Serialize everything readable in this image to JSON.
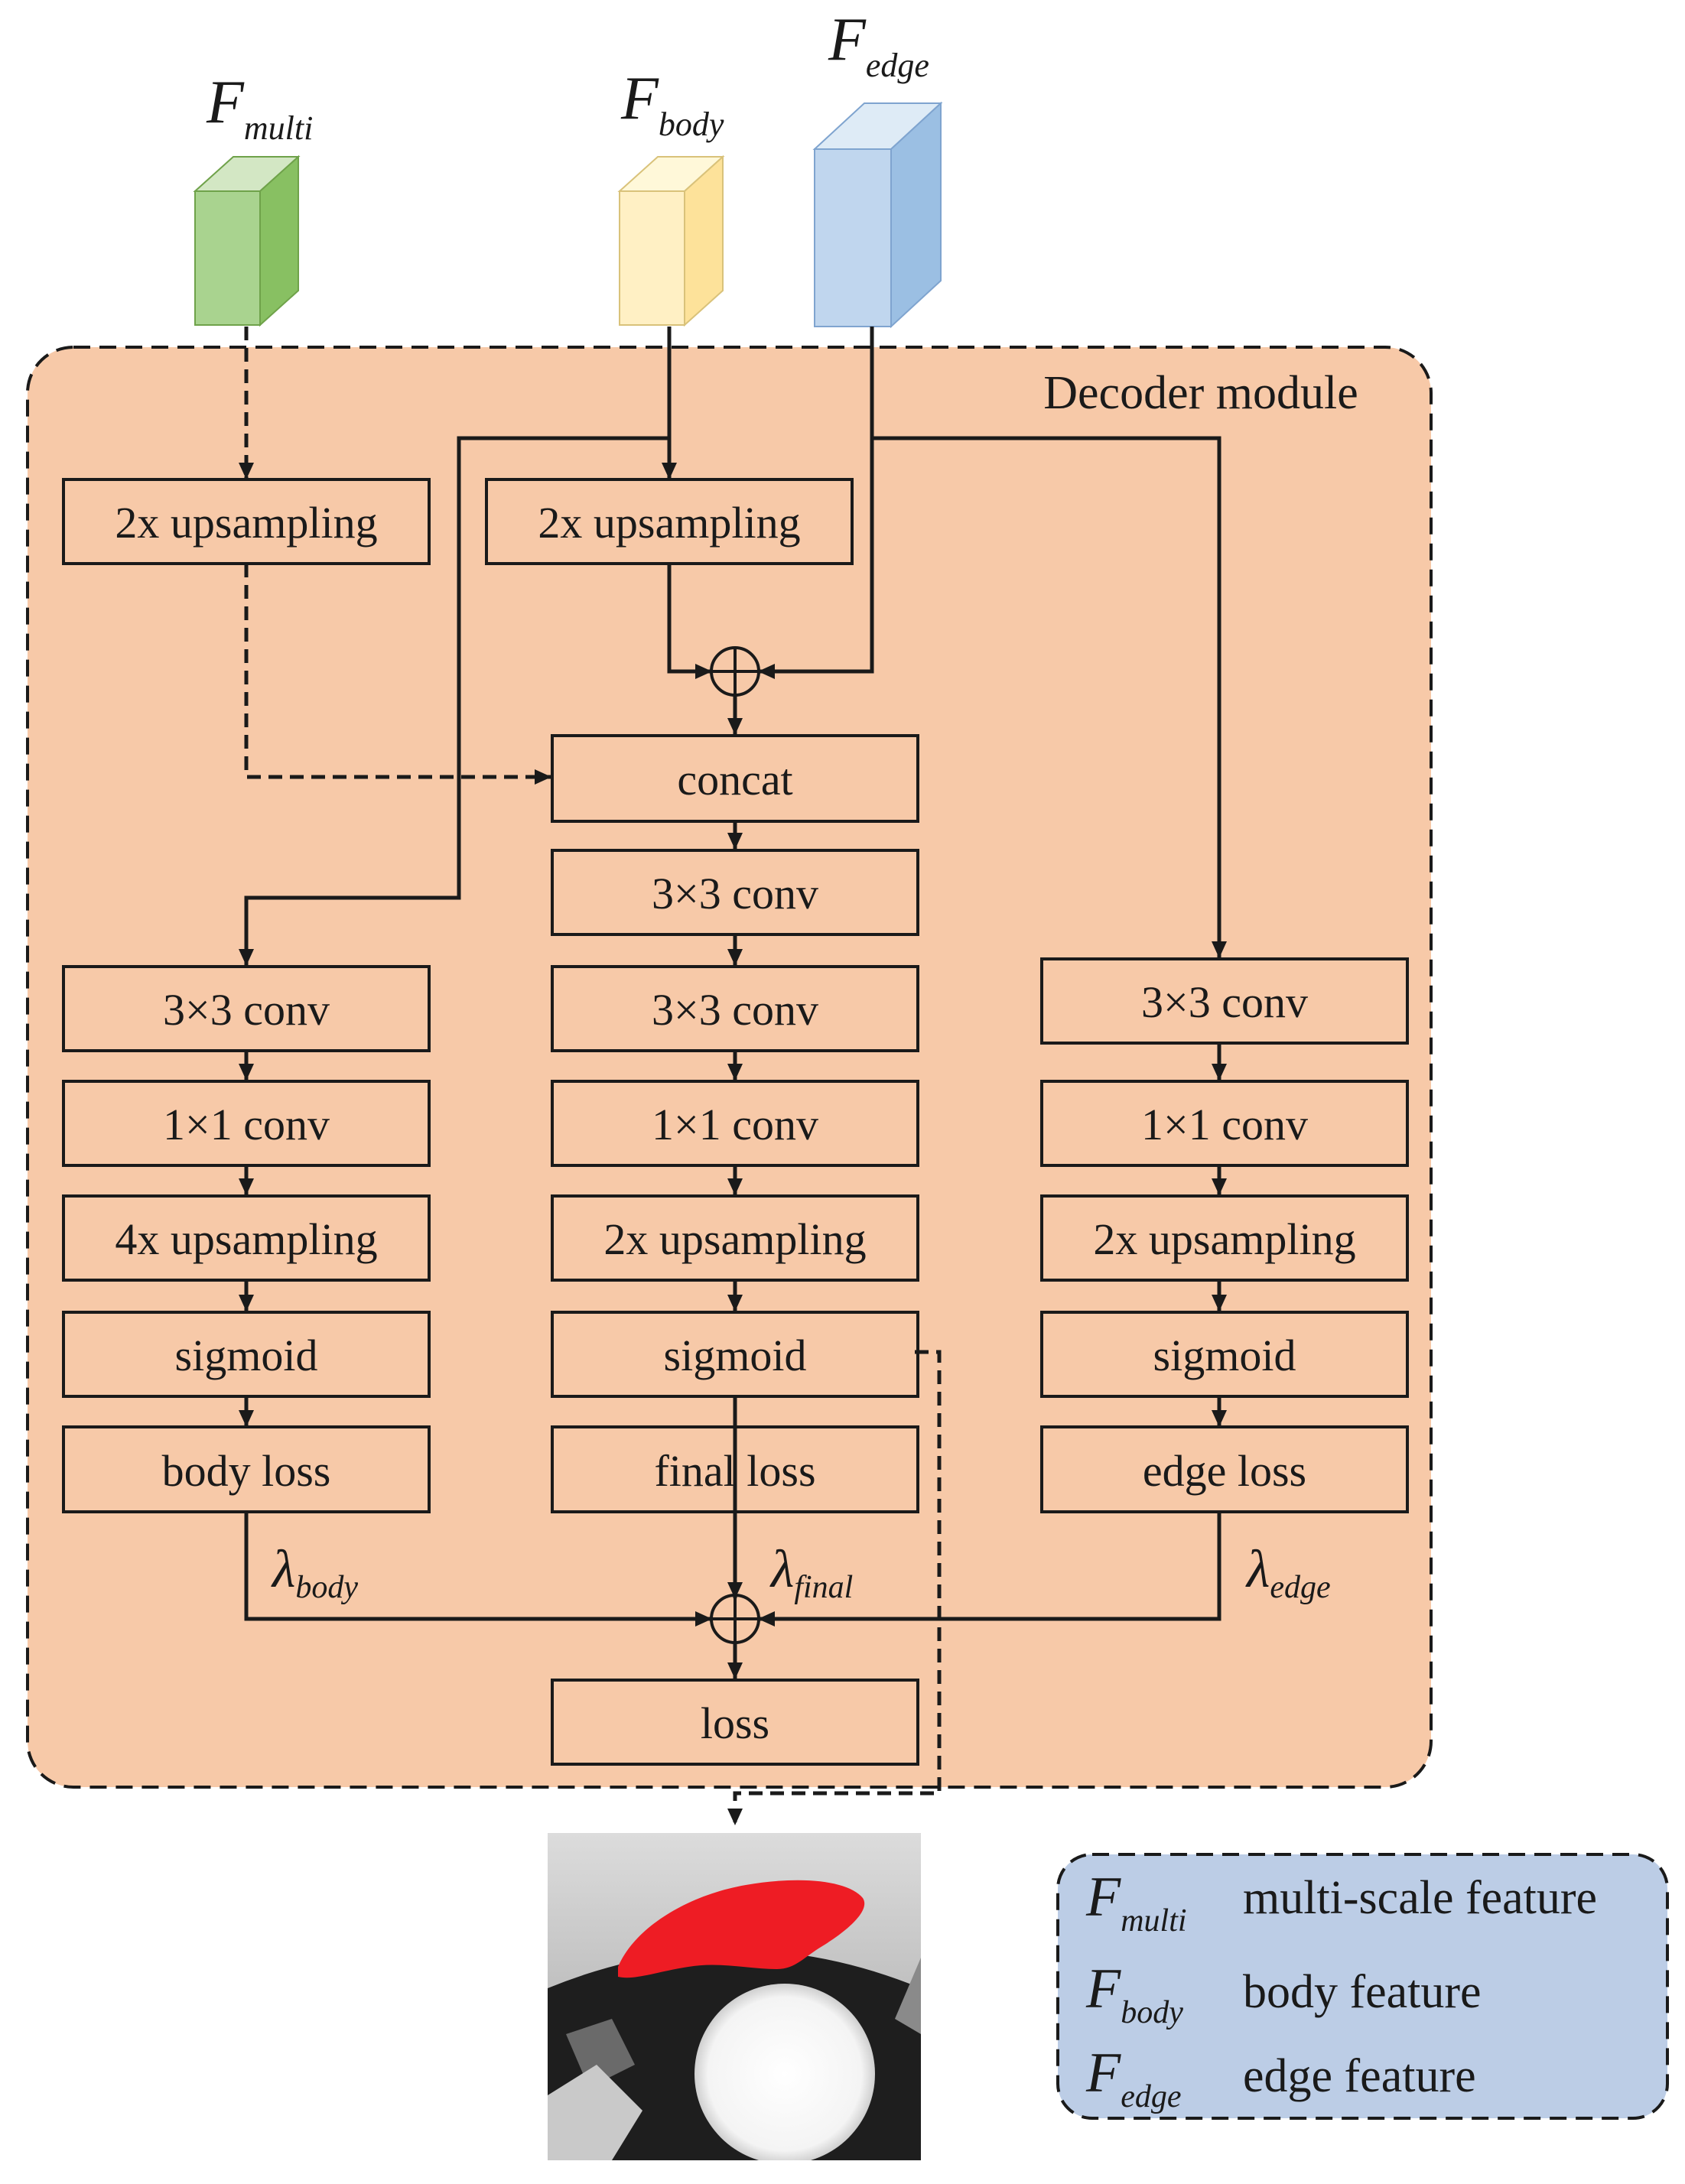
{
  "module_title": "Decoder module",
  "inputs": {
    "multi": {
      "symbol": "F",
      "subscript": "multi"
    },
    "body": {
      "symbol": "F",
      "subscript": "body"
    },
    "edge": {
      "symbol": "F",
      "subscript": "edge"
    }
  },
  "boxes": {
    "up_multi": "2x upsampling",
    "up_body": "2x upsampling",
    "concat": "concat",
    "c_conv3a": "3×3 conv",
    "c_conv3b": "3×3 conv",
    "c_conv1": "1×1 conv",
    "c_up": "2x upsampling",
    "c_sig": "sigmoid",
    "c_loss": "final loss",
    "l_conv3": "3×3 conv",
    "l_conv1": "1×1 conv",
    "l_up": "4x upsampling",
    "l_sig": "sigmoid",
    "l_loss": "body loss",
    "r_conv3": "3×3 conv",
    "r_conv1": "1×1 conv",
    "r_up": "2x upsampling",
    "r_sig": "sigmoid",
    "r_loss": "edge loss",
    "total_loss": "loss"
  },
  "weights": {
    "body": {
      "symbol": "λ",
      "subscript": "body"
    },
    "final": {
      "symbol": "λ",
      "subscript": "final"
    },
    "edge": {
      "symbol": "λ",
      "subscript": "edge"
    }
  },
  "legend": [
    {
      "symbol": "F",
      "subscript": "multi",
      "label": "multi-scale feature"
    },
    {
      "symbol": "F",
      "subscript": "body",
      "label": "body feature"
    },
    {
      "symbol": "F",
      "subscript": "edge",
      "label": "edge feature"
    }
  ],
  "colors": {
    "module_fill": "#f7c9a8",
    "legend_fill": "#bccde6",
    "cube_multi": [
      "#d3e7c4",
      "#a9d38f",
      "#88c062"
    ],
    "cube_body": [
      "#fff8d9",
      "#fff0c4",
      "#fde29a"
    ],
    "cube_edge": [
      "#deebf6",
      "#c0d6ee",
      "#9bbfe3"
    ],
    "mask": "#ee1c24"
  }
}
